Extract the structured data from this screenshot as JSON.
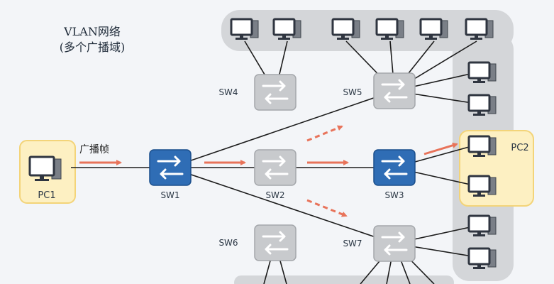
{
  "title": {
    "line1": "VLAN网络",
    "line2": "(多个广播域)"
  },
  "labels": {
    "broadcast_frame": "广播帧"
  },
  "switches": {
    "sw1": {
      "label": "SW1",
      "state": "active"
    },
    "sw2": {
      "label": "SW2",
      "state": "inactive"
    },
    "sw3": {
      "label": "SW3",
      "state": "active"
    },
    "sw4": {
      "label": "SW4",
      "state": "inactive"
    },
    "sw5": {
      "label": "SW5",
      "state": "inactive"
    },
    "sw6": {
      "label": "SW6",
      "state": "inactive"
    },
    "sw7": {
      "label": "SW7",
      "state": "inactive"
    }
  },
  "pcs": {
    "pc1": {
      "label": "PC1"
    },
    "pc2": {
      "label": "PC2"
    }
  },
  "colors": {
    "active_switch": "#2f6db5",
    "inactive_switch": "#c8cacd",
    "arrow": "#e8735a",
    "highlight_fill": "#fdf0c2",
    "highlight_border": "#f3d479",
    "group_bg": "#d4d6d9",
    "link": "#1c1c1c"
  }
}
